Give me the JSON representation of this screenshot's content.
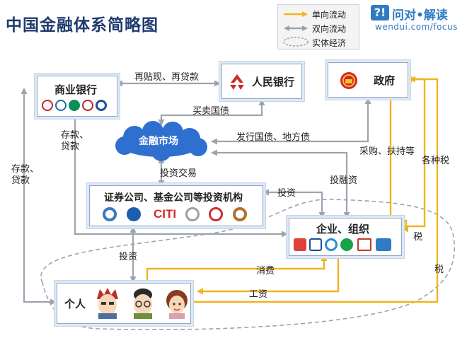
{
  "title": "中国金融体系简略图",
  "legend": {
    "one_way": "单向流动",
    "two_way": "双向流动",
    "real_economy": "实体经济"
  },
  "brand": {
    "qa": "问对",
    "dot": "•",
    "interpret": "解读",
    "url": "wendui.com/focus"
  },
  "nodes": {
    "commercial_bank": "商业银行",
    "pboc": "人民银行",
    "government": "政府",
    "financial_market": "金融市场",
    "investment_institutions": "证券公司、基金公司等投资机构",
    "enterprise": "企业、组织",
    "individual": "个人"
  },
  "logos": {
    "citi": "CITI"
  },
  "flows": {
    "rediscount": "再贴现、再贷款",
    "trade_bonds": "买卖国债",
    "issue_bonds": "发行国债、地方债",
    "deposit_loan_1": "存款、",
    "deposit_loan_2": "贷款",
    "deposit_loan_left_1": "存款、",
    "deposit_loan_left_2": "贷款",
    "investment_trading": "投资交易",
    "investment_financing": "投融资",
    "invest_right": "投资",
    "invest_down": "投资",
    "procurement": "采购、扶持等",
    "various_taxes": "各种税",
    "tax_1": "税",
    "tax_2": "税",
    "consumption": "消费",
    "wages": "工资"
  },
  "colors": {
    "one_way_arrow": "#f2b41c",
    "two_way_arrow": "#9ba4ae",
    "box_border": "#8fa9c7",
    "title": "#1f3b6e",
    "market_cloud": "#2f6fd0",
    "brand_blue": "#2f7cc4"
  }
}
